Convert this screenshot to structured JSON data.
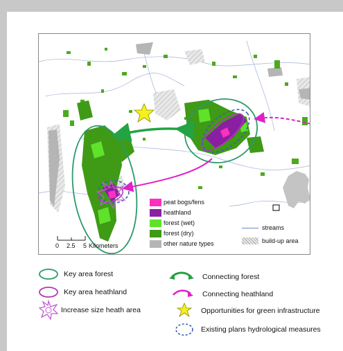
{
  "map_legend": {
    "peat_bogs": {
      "label": "peat bogs/fens",
      "color": "#ff2fbf"
    },
    "heathland": {
      "label": "heathland",
      "color": "#8b1fa3"
    },
    "forest_wet": {
      "label": "forest (wet)",
      "color": "#5ee22a"
    },
    "forest_dry": {
      "label": "forest (dry)",
      "color": "#3f9a16"
    },
    "other": {
      "label": "other nature types",
      "color": "#b5b5b5"
    },
    "streams": {
      "label": "streams",
      "color": "#6b86c9"
    },
    "buildup": {
      "label": "build-up area"
    }
  },
  "scale_bar": {
    "tick0": "0",
    "tick1": "2.5",
    "tick2": "5",
    "unit": "Kilometers"
  },
  "legend": {
    "key_forest": "Key area forest",
    "key_heath": "Key area heathland",
    "increase_heath": "Increase size heath area",
    "connecting_forest": "Connecting forest",
    "connecting_heath": "Connecting heathland",
    "opportunities": "Opportunities for green infrastructure",
    "existing_plans": "Existing plans hydrological measures"
  },
  "colors": {
    "forest_ring": "#2a9a6a",
    "heath_ring": "#b03ab0",
    "connecting_forest_arrow": "#23a343",
    "connecting_heath_arrow": "#e020c8",
    "star": "#f4f21c",
    "plans_ring": "#3d5fb0"
  }
}
